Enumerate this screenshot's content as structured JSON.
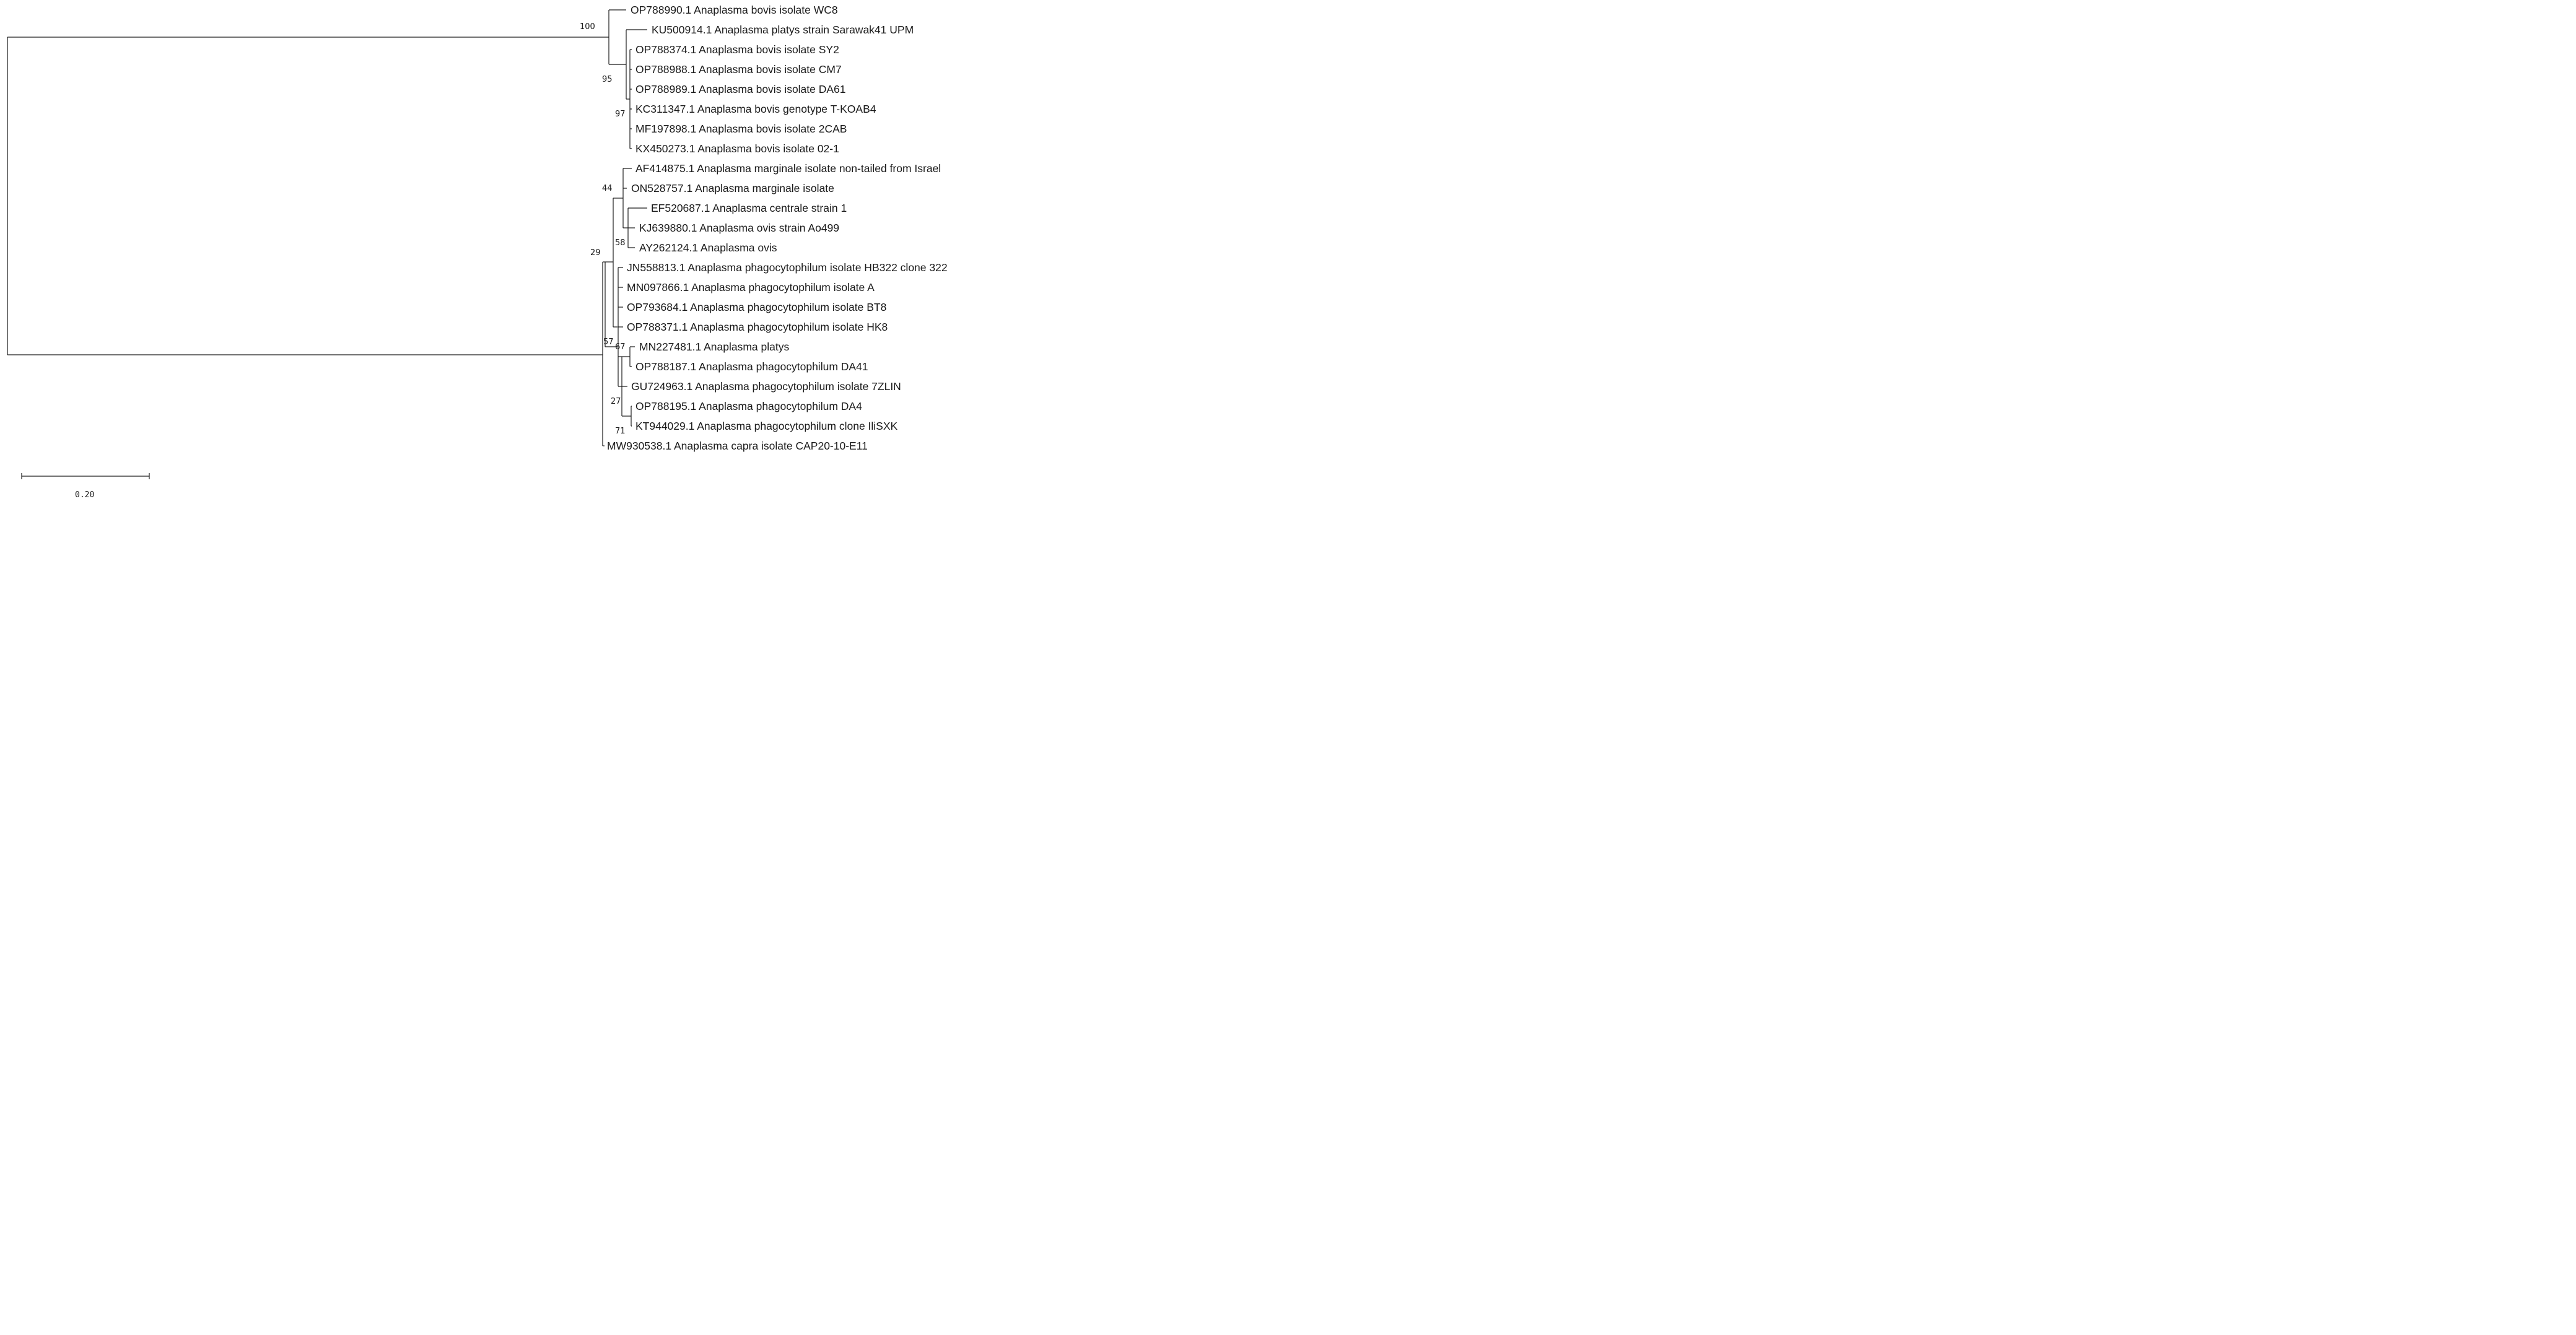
{
  "leaves": [
    "OP788990.1 Anaplasma bovis isolate WC8",
    "KU500914.1 Anaplasma platys strain Sarawak41 UPM",
    "OP788374.1 Anaplasma bovis isolate SY2",
    "OP788988.1 Anaplasma bovis isolate CM7",
    "OP788989.1 Anaplasma bovis isolate DA61",
    "KC311347.1 Anaplasma bovis genotype T-KOAB4",
    "MF197898.1 Anaplasma bovis isolate 2CAB",
    "KX450273.1 Anaplasma bovis isolate 02-1",
    "AF414875.1 Anaplasma marginale isolate non-tailed from Israel",
    "ON528757.1 Anaplasma marginale isolate",
    "EF520687.1 Anaplasma centrale strain 1",
    "KJ639880.1 Anaplasma ovis strain Ao499",
    "AY262124.1 Anaplasma ovis",
    "JN558813.1 Anaplasma phagocytophilum isolate HB322 clone 322",
    "MN097866.1 Anaplasma phagocytophilum isolate A",
    "OP793684.1 Anaplasma phagocytophilum isolate BT8",
    "OP788371.1 Anaplasma phagocytophilum isolate HK8",
    "MN227481.1 Anaplasma platys",
    "OP788187.1 Anaplasma phagocytophilum DA41",
    "GU724963.1 Anaplasma phagocytophilum isolate 7ZLIN",
    "OP788195.1 Anaplasma phagocytophilum DA4",
    "KT944029.1 Anaplasma phagocytophilum clone IliSXK",
    "MW930538.1 Anaplasma capra isolate CAP20-10-E11"
  ],
  "bootstrap": {
    "bovis_clade": "100",
    "bovis_inner": "95",
    "bovis_sub": "97",
    "marginale_ovis": "44",
    "ovis": "58",
    "phago_capra": "29",
    "phago_group": "57",
    "platys_pair": "67",
    "phago_sub": "27",
    "phago_pair": "71"
  },
  "scale_bar": {
    "label": "0.20"
  }
}
